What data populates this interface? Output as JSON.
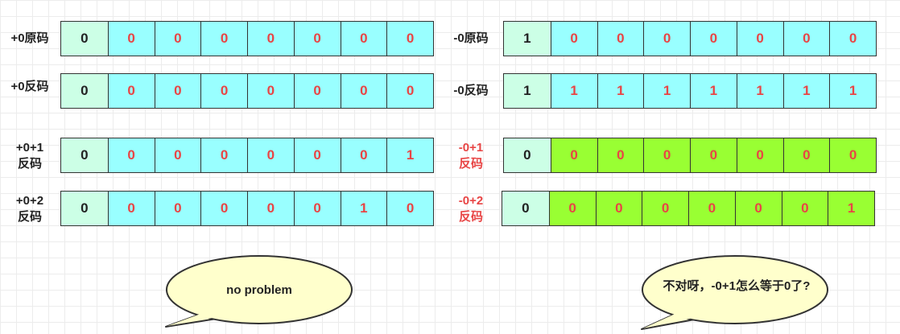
{
  "left": {
    "rows": [
      {
        "label": "+0原码",
        "bits": [
          "0",
          "0",
          "0",
          "0",
          "0",
          "0",
          "0",
          "0"
        ]
      },
      {
        "label": "+0反码",
        "bits": [
          "0",
          "0",
          "0",
          "0",
          "0",
          "0",
          "0",
          "0"
        ]
      },
      {
        "label": "+0+1\n反码",
        "bits": [
          "0",
          "0",
          "0",
          "0",
          "0",
          "0",
          "0",
          "1"
        ]
      },
      {
        "label": "+0+2\n反码",
        "bits": [
          "0",
          "0",
          "0",
          "0",
          "0",
          "0",
          "1",
          "0"
        ]
      }
    ],
    "bubble_text": "no problem"
  },
  "right": {
    "rows": [
      {
        "label": "-0原码",
        "bits": [
          "1",
          "0",
          "0",
          "0",
          "0",
          "0",
          "0",
          "0"
        ]
      },
      {
        "label": "-0反码",
        "bits": [
          "1",
          "1",
          "1",
          "1",
          "1",
          "1",
          "1",
          "1"
        ]
      },
      {
        "label": "-0+1\n反码",
        "bits": [
          "0",
          "0",
          "0",
          "0",
          "0",
          "0",
          "0",
          "0"
        ]
      },
      {
        "label": "-0+2\n反码",
        "bits": [
          "0",
          "0",
          "0",
          "0",
          "0",
          "0",
          "0",
          "1"
        ]
      }
    ],
    "bubble_text": "不对呀，-0+1怎么等于0了?"
  },
  "colors": {
    "sign_cell": "#ccffe6",
    "value_cell": "#99ffff",
    "overflow_cell": "#99ff33",
    "bit_text": "#e84545",
    "bubble_fill": "#ffffcc"
  }
}
